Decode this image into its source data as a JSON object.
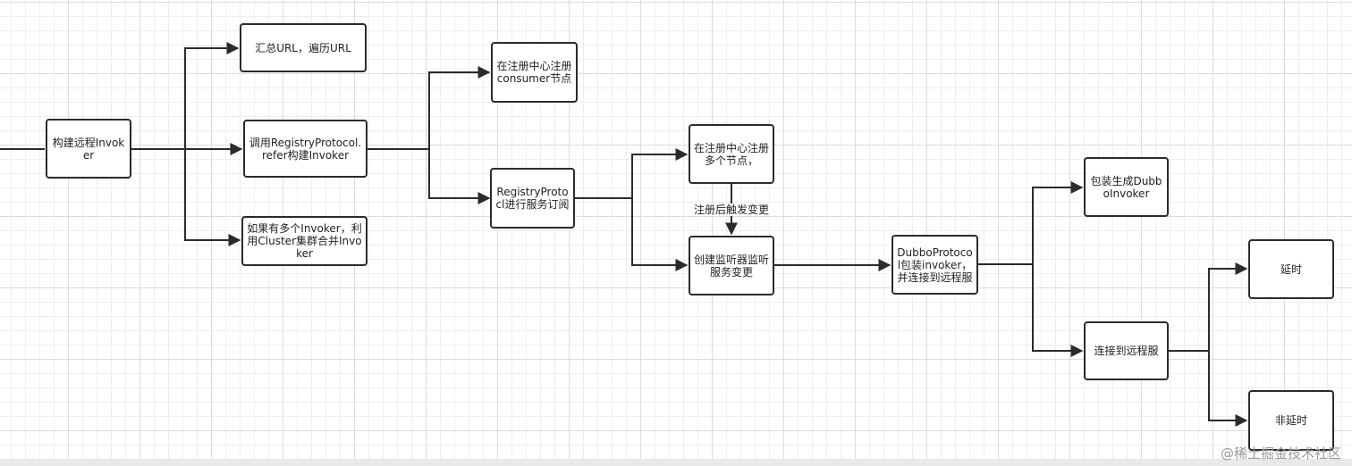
{
  "nodes": {
    "build_invoker": "构建远程Invoker",
    "collect_url": "汇总URL，遍历URL",
    "call_refer": "调用RegistryProtocol.refer构建Invoker",
    "cluster_merge": "如果有多个Invoker，利用Cluster集群合并Invoker",
    "register_consumer": "在注册中心注册consumer节点",
    "subscribe": "RegistryProtocl进行服务订阅",
    "register_multi": "在注册中心注册多个节点，",
    "create_listener": "创建监听器监听服务变更",
    "dubbo_wrap": "DubboProtocol包装invoker，并连接到远程服",
    "gen_dubbo_invoker": "包装生成DubboInvoker",
    "connect_remote": "连接到远程服",
    "delay": "延时",
    "no_delay": "非延时"
  },
  "edge_labels": {
    "trigger_change": "注册后触发变更"
  },
  "watermark": "@稀土掘金技术社区",
  "colors": {
    "line": "#2b2b2b",
    "grid": "#dcdcdc",
    "box_border": "#2b2b2b"
  }
}
